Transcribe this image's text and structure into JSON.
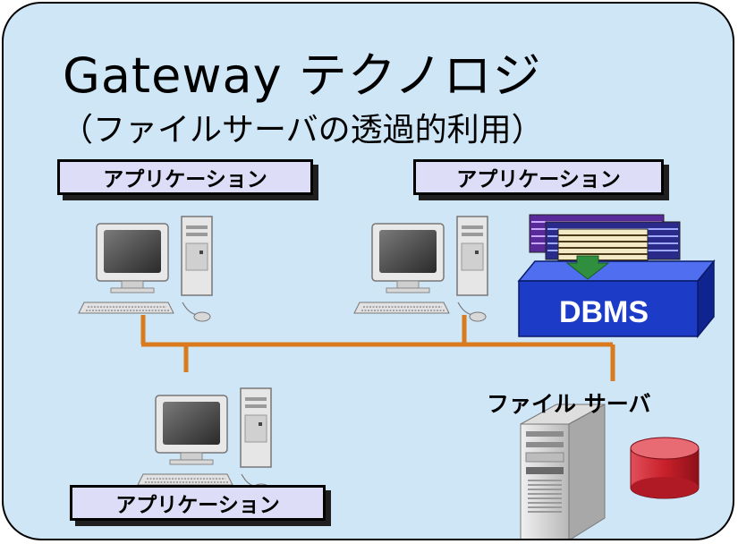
{
  "title": "Gateway テクノロジ",
  "subtitle": "（ファイルサーバの透過的利用）",
  "nodes": {
    "app_top_left": "アプリケーション",
    "app_top_right": "アプリケーション",
    "app_bottom": "アプリケーション",
    "dbms": "DBMS",
    "file_server": "ファイル サーバ"
  },
  "colors": {
    "panel_background": "#cfe6f7",
    "network_line": "#d97a1e",
    "app_box_fill": "#ddddf7",
    "dbms_fill": "#1c3cc8",
    "disk_fill": "#c8202a"
  },
  "icons": [
    "computer-icon",
    "server-icon",
    "database-icon",
    "data-stack-icon"
  ]
}
